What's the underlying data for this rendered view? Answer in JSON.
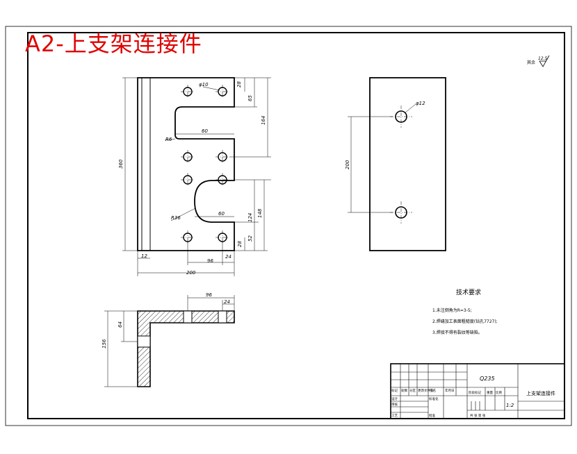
{
  "title": "A2-上支架连接件",
  "roughness": {
    "symbol": "其余",
    "value": "12.5"
  },
  "front_view": {
    "dims": {
      "hole_dia": "φ10",
      "d28_top": "28",
      "d65": "65",
      "d164": "164",
      "d60_top": "60",
      "r6": "R6",
      "d360": "360",
      "r36": "R36",
      "d60_bottom": "60",
      "d124": "124",
      "d148": "148",
      "d52": "52",
      "d28_bottom": "28",
      "d24": "24",
      "d12": "12",
      "d96": "96",
      "d200": "200"
    }
  },
  "side_view": {
    "dims": {
      "hole_dia": "φ12",
      "d200": "200"
    }
  },
  "section_view": {
    "dims": {
      "d96": "96",
      "d24": "24",
      "d64": "64",
      "d156": "156"
    }
  },
  "tech_requirements": {
    "heading": "技术要求",
    "items": [
      "1.未注倒角为R=3-5;",
      "2.焊缝加工表面粗糙度(钻孔7727);",
      "3.焊接不得有裂纹等缺陷。"
    ]
  },
  "title_block": {
    "material": "Q235",
    "part_name": "上支架连接件",
    "scale_label": "比例",
    "scale": "1:2",
    "weight_label": "重量",
    "stage_label": "阶段标记",
    "sheet": "共  张  第  张",
    "row_labels": [
      "标记",
      "设计",
      "审核",
      "工艺"
    ],
    "col_labels": [
      "处数",
      "分区",
      "更改文件号",
      "签名",
      "年月日"
    ],
    "standard_label": "标准化",
    "approve_label": "批准"
  }
}
